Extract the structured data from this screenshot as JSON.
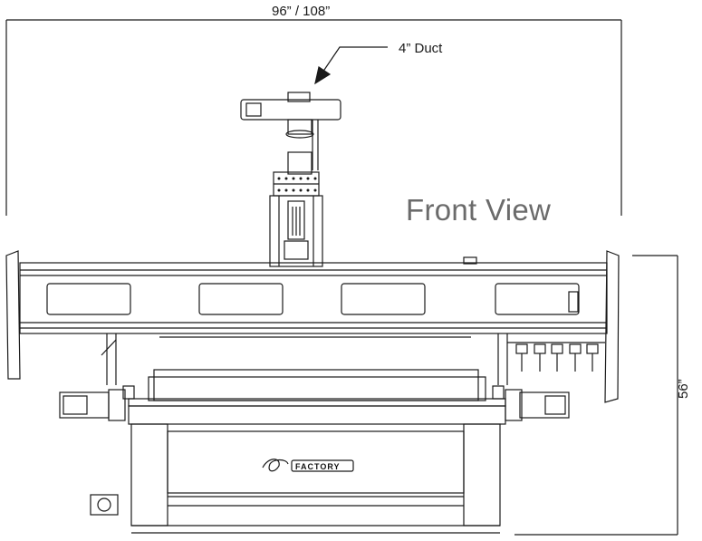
{
  "labels": {
    "overall_width": "96” / 108”",
    "duct": "4” Duct",
    "view_title": "Front View",
    "overall_height": "56”",
    "logo": "FACTORY"
  },
  "colors": {
    "line": "#1a1a1a",
    "title": "#6b6b6b",
    "background": "#ffffff"
  }
}
